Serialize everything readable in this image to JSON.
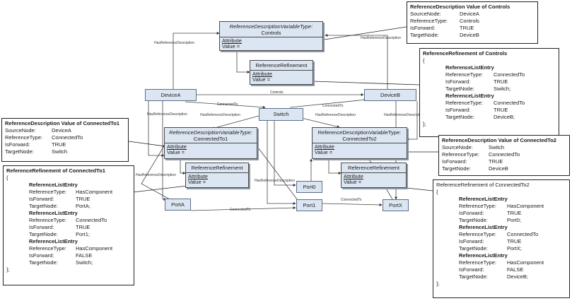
{
  "nodes": {
    "device_a": "DeviceA",
    "device_b": "DeviceB",
    "switch": "Switch",
    "port_a": "PortA",
    "port_x": "PortX",
    "port0": "Port0",
    "port1": "Port1"
  },
  "vtype_controls": {
    "title": "ReferenceDescriptionVariableType:",
    "name": "Controls",
    "attribute": "Attribute",
    "value": "Value ="
  },
  "vtype_ct1": {
    "title": "ReferenceDescriptionVariableType:",
    "name": "ConnectedTo1",
    "attribute": "Attribute",
    "value": "Value ="
  },
  "vtype_ct2": {
    "title": "ReferenceDescriptionVariableType:",
    "name": "ConnectedTo2",
    "attribute": "Attribute",
    "value": "Value ="
  },
  "rr_controls": {
    "title": "ReferenceRefinement",
    "attribute": "Attribute",
    "value": "Value ="
  },
  "rr_ct1": {
    "title": "ReferenceRefinement",
    "attribute": "Attribute",
    "value": "Value ="
  },
  "rr_ct2": {
    "title": "ReferenceRefinement",
    "attribute": "Attribute",
    "value": "Value ="
  },
  "edge_labels": {
    "has_ref_desc": "HasReferenceDescription",
    "controls": "Controls",
    "connected_to": "ConnectedTo"
  },
  "note_rd_controls": {
    "title": "ReferenceDescription Value of Controls",
    "rows": [
      {
        "k": "SourceNode:",
        "v": "DeviceA"
      },
      {
        "k": "ReferenceType:",
        "v": "Controls"
      },
      {
        "k": "IsForward:",
        "v": "TRUE"
      },
      {
        "k": "TargetNode:",
        "v": "DeviceB"
      }
    ]
  },
  "note_rr_controls": {
    "title": "ReferenceRefinement of Controls",
    "open": "{",
    "close": "};",
    "entries": [
      {
        "label": "ReferenceListEntry",
        "rows": [
          {
            "k": "ReferenceType:",
            "v": "ConnectedTo"
          },
          {
            "k": "IsForward:",
            "v": "TRUE"
          },
          {
            "k": "TargetNode:",
            "v": "Switch;"
          }
        ]
      },
      {
        "label": "ReferenceListEntry",
        "rows": [
          {
            "k": "ReferenceType:",
            "v": "ConnectedTo"
          },
          {
            "k": "IsForward:",
            "v": "TRUE"
          },
          {
            "k": "TargetNode:",
            "v": "DeviceB;"
          }
        ]
      }
    ]
  },
  "note_rd_ct1": {
    "title": "ReferenceDescription Value of ConnectedTo1",
    "rows": [
      {
        "k": "SourceNode:",
        "v": "DeviceA"
      },
      {
        "k": "ReferenceType:",
        "v": "ConnectedTo"
      },
      {
        "k": "IsForward:",
        "v": "TRUE"
      },
      {
        "k": "TargetNode:",
        "v": "Switch"
      }
    ]
  },
  "note_rd_ct2": {
    "title": "ReferenceDescription Value of ConnectedTo2",
    "rows": [
      {
        "k": "SourceNode:",
        "v": "Switch"
      },
      {
        "k": "ReferenceType:",
        "v": "ConnectedTo"
      },
      {
        "k": "IsForward:",
        "v": "TRUE"
      },
      {
        "k": "TargetNode:",
        "v": "DeviceB"
      }
    ]
  },
  "note_rr_ct1": {
    "title": "ReferenceRefinement of ConnectedTo1",
    "open": "{",
    "close": "};",
    "entries": [
      {
        "label": "ReferenceListEntry",
        "rows": [
          {
            "k": "ReferenceType:",
            "v": "HasComponent"
          },
          {
            "k": "IsForward:",
            "v": "TRUE"
          },
          {
            "k": "TargetNode:",
            "v": "PortA;"
          }
        ]
      },
      {
        "label": "ReferenceListEntry",
        "rows": [
          {
            "k": "ReferenceType:",
            "v": "ConnectedTo"
          },
          {
            "k": "IsForward:",
            "v": "TRUE"
          },
          {
            "k": "TargetNode:",
            "v": "Port1;"
          }
        ]
      },
      {
        "label": "ReferenceListEntry",
        "rows": [
          {
            "k": "ReferenceType:",
            "v": "HasComponent"
          },
          {
            "k": "IsForward:",
            "v": "FALSE"
          },
          {
            "k": "TargetNode:",
            "v": "Switch;"
          }
        ]
      }
    ]
  },
  "note_rr_ct2": {
    "title": "ReferenceRefinement of ConnectedTo2",
    "open": "{",
    "close": "};",
    "entries": [
      {
        "label": "ReferenceListEntry",
        "rows": [
          {
            "k": "ReferenceType:",
            "v": "HasComponent"
          },
          {
            "k": "IsForward:",
            "v": "TRUE"
          },
          {
            "k": "TargetNode:",
            "v": "Port0;"
          }
        ]
      },
      {
        "label": "ReferenceListEntry",
        "rows": [
          {
            "k": "ReferenceType:",
            "v": "ConnectedTo"
          },
          {
            "k": "IsForward:",
            "v": "TRUE"
          },
          {
            "k": "TargetNode:",
            "v": "PortX;"
          }
        ]
      },
      {
        "label": "ReferenceListEntry",
        "rows": [
          {
            "k": "ReferenceType:",
            "v": "HasComponent"
          },
          {
            "k": "IsForward:",
            "v": "FALSE"
          },
          {
            "k": "TargetNode:",
            "v": "DeviceB;"
          }
        ]
      }
    ]
  }
}
